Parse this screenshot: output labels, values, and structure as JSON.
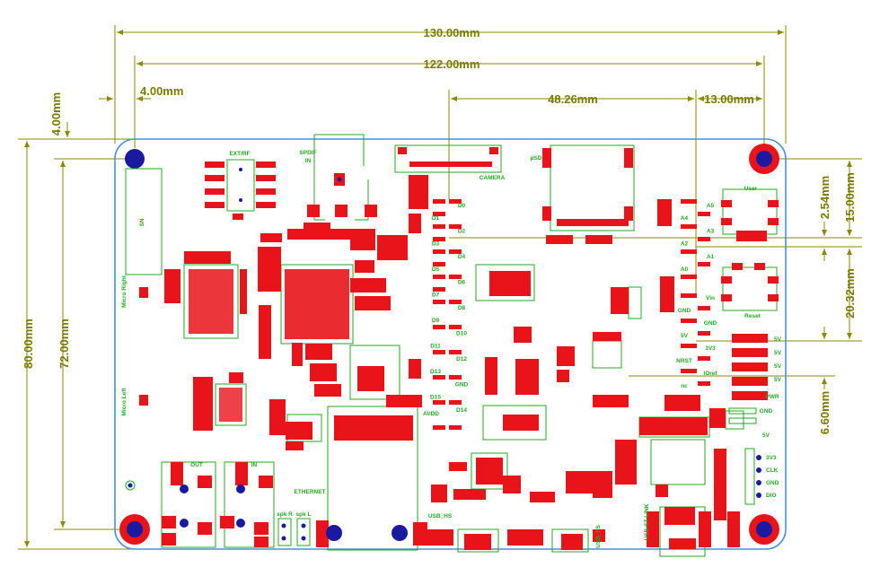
{
  "colors": {
    "dimension": "#8a8a00",
    "outline": "#4a8fd8",
    "silk": "#22aa22",
    "pad": "#e8141a",
    "hole": "#1a1aa0"
  },
  "dimensions": {
    "w130": "130.00mm",
    "w122": "122.00mm",
    "w4": "4.00mm",
    "h4": "4.00mm",
    "w4826": "48.26mm",
    "w13": "13.00mm",
    "h80": "80.00mm",
    "h72": "72.00mm",
    "h254": "2.54mm",
    "h15": "15.00mm",
    "h2032": "20.32mm",
    "h660": "6.60mm"
  },
  "labels": {
    "extrf": "EXT/RF",
    "spdif": "SPDIF",
    "spdif_in": "IN",
    "camera": "CAMERA",
    "usd": "µSD",
    "user": "User",
    "sn": "SN",
    "micro_right": "Micro Right",
    "micro_left": "Micro Left",
    "reset": "Reset",
    "pwr": "PWR",
    "gnd_r": "GND",
    "five_v_r": "5V",
    "out": "OUT",
    "in": "IN",
    "ethernet": "ETHERNET",
    "spk_r": "spk R",
    "spk_l": "spk L",
    "usb_hs": "USB_HS",
    "usb_fs": "USB_FS",
    "usb_stlink": "USB ST-LINK",
    "v3v3": "3V3",
    "clk": "CLK",
    "gnd_dio": "GND",
    "dio": "DIO",
    "avdd": "AVDD",
    "five_v_list": [
      "5V",
      "5V",
      "5V",
      "5V"
    ]
  },
  "digital_left": [
    "D1",
    "D3",
    "D5",
    "D7",
    "D9",
    "D11",
    "D13",
    "D15"
  ],
  "digital_right": [
    "D0",
    "D2",
    "D4",
    "D6",
    "D8",
    "D10",
    "D12",
    "GND",
    "D14"
  ],
  "analog_left": [
    "A4",
    "A2",
    "A0"
  ],
  "analog_right": [
    "A5",
    "A3",
    "A1"
  ],
  "power_left": [
    "GND",
    "5V",
    "NRST",
    "nc"
  ],
  "power_right": [
    "Vin",
    "GND",
    "3V3",
    "IOref"
  ]
}
